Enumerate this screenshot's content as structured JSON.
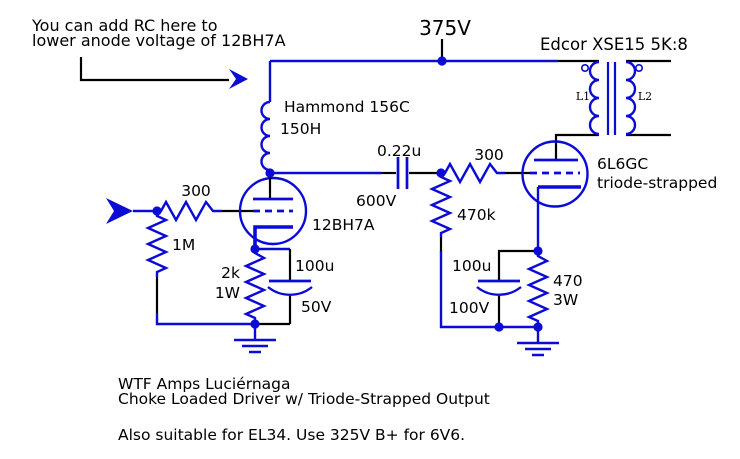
{
  "colors": {
    "wire": "#0b0bd6",
    "lead": "#000000",
    "ink": "#000000",
    "bg": "#ffffff"
  },
  "note": {
    "line1": "You can add RC here to",
    "line2": "lower anode voltage of 12BH7A"
  },
  "rail": {
    "voltage": "375V"
  },
  "transformer": {
    "label": "Edcor XSE15 5K:8",
    "primary": "L1",
    "secondary": "L2"
  },
  "choke": {
    "label": "Hammond 156C",
    "value": "150H"
  },
  "tubes": {
    "driver": "12BH7A",
    "output": "6L6GC",
    "output_mode": "triode-strapped"
  },
  "parts": {
    "r_grid_stop_in": "300",
    "r_grid_leak_in": "1M",
    "r_cathode_driver": "2k",
    "r_cathode_driver_watt": "1W",
    "c_bypass_driver": "100u",
    "c_bypass_driver_v": "50V",
    "c_coupling": "0.22u",
    "c_coupling_v": "600V",
    "r_grid_leak_out": "470k",
    "r_grid_stop_out": "300",
    "c_bypass_out": "100u",
    "c_bypass_out_v": "100V",
    "r_cathode_out": "470",
    "r_cathode_out_watt": "3W"
  },
  "captions": {
    "line1": "WTF Amps Luciérnaga",
    "line2": "Choke Loaded Driver w/ Triode-Strapped Output",
    "line3": "Also suitable for EL34. Use 325V B+ for 6V6."
  }
}
